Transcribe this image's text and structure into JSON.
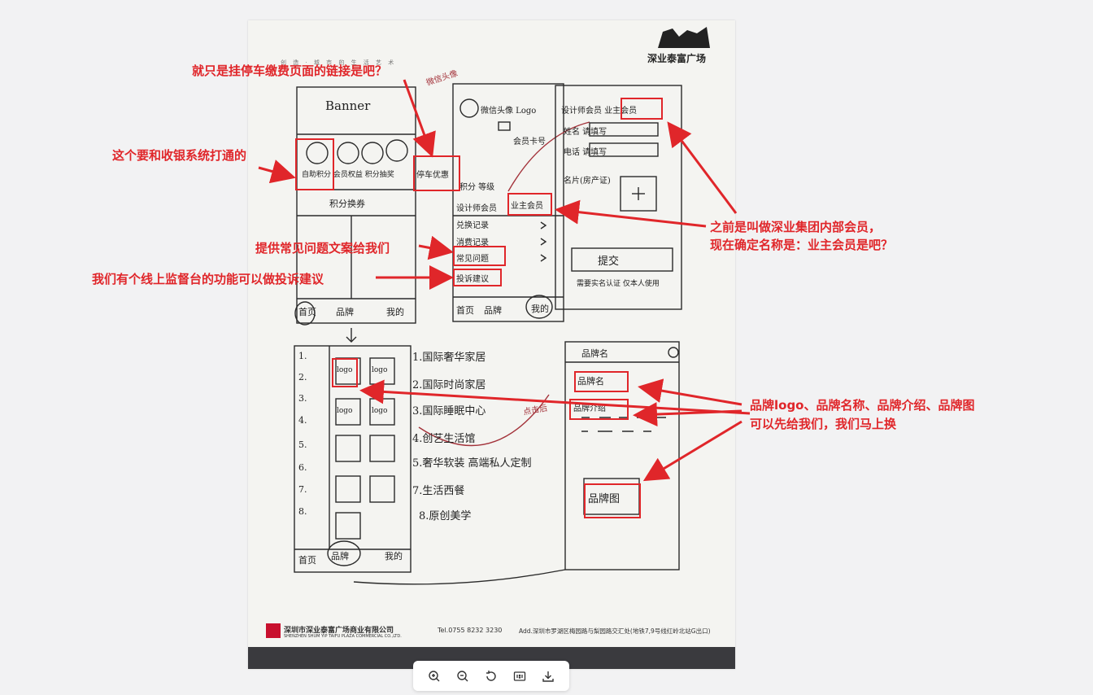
{
  "annotations": {
    "parking": "就只是挂停车缴费页面的链接是吧？",
    "cashier": "这个要和收银系统打通的",
    "faq": "提供常见问题文案给我们",
    "complaint": "我们有个线上监督台的功能可以做投诉建议",
    "member_line1": "之前是叫做深业集团内部会员，",
    "member_line2": "现在确定名称是：业主会员是吧？",
    "brand_line1": "品牌logo、品牌名称、品牌介绍、品牌图",
    "brand_line2": "可以先给我们，我们马上换"
  },
  "paper": {
    "logo_text": "深业泰富广场",
    "slogan": "创 造 · 城 市 的 生 活 艺 术",
    "footer_company": "深圳市深业泰富广场商业有限公司",
    "footer_company_en": "SHENZHEN SHUM YIP TAIFU PLAZA COMMERCIAL CO.,LTD.",
    "footer_tel": "Tel.0755 8232 3230",
    "footer_addr": "Add.深圳市罗湖区梅园路与梨园路交汇处(地铁7,9号线红岭北站G出口)"
  },
  "sketch": {
    "s1_banner": "Banner",
    "s1_icons": "自助积分 会员权益 积分抽奖",
    "s1_parking": "停车优惠",
    "s1_points": "积分换券",
    "s1_nav": [
      "首页",
      "品牌",
      "我的"
    ],
    "s2_header": "微信头像 Logo",
    "s2_sub": "会员卡号",
    "s2_points": "积分 等级",
    "s2_designer": "设计师会员",
    "s2_owner": "业主会员",
    "s2_list": [
      "兑换记录",
      "消费记录",
      "常见问题",
      "投诉建议"
    ],
    "s2_nav": [
      "首页",
      "品牌",
      "我的"
    ],
    "s2_note": "微信头像",
    "s3_tabs": "设计师会员 业主会员",
    "s3_name": "姓名 请填写",
    "s3_phone": "电话 请填写",
    "s3_upload": "名片(房产证)",
    "s3_submit": "提交",
    "s3_note": "需要实名认证 仅本人使用",
    "s4_cats": [
      "1.国际奢华家居",
      "2.国际时尚家居",
      "3.国际睡眠中心",
      "4.创艺生活馆",
      "5.奢华软装 高端私人定制",
      "7.生活西餐",
      "8.原创美学"
    ],
    "s4_nums": [
      "1.",
      "2.",
      "3.",
      "4.",
      "5.",
      "6.",
      "7.",
      "8."
    ],
    "s4_logo": "logo",
    "s4_nav": [
      "首页",
      "品牌",
      "我的"
    ],
    "s4_click": "点击后",
    "s5_header": "品牌名",
    "s5_name": "品牌名",
    "s5_intro": "品牌介绍",
    "s5_image": "品牌图"
  },
  "toolbar": {
    "buttons": [
      "zoom-in",
      "zoom-out",
      "rotate",
      "actual-size",
      "download"
    ]
  }
}
